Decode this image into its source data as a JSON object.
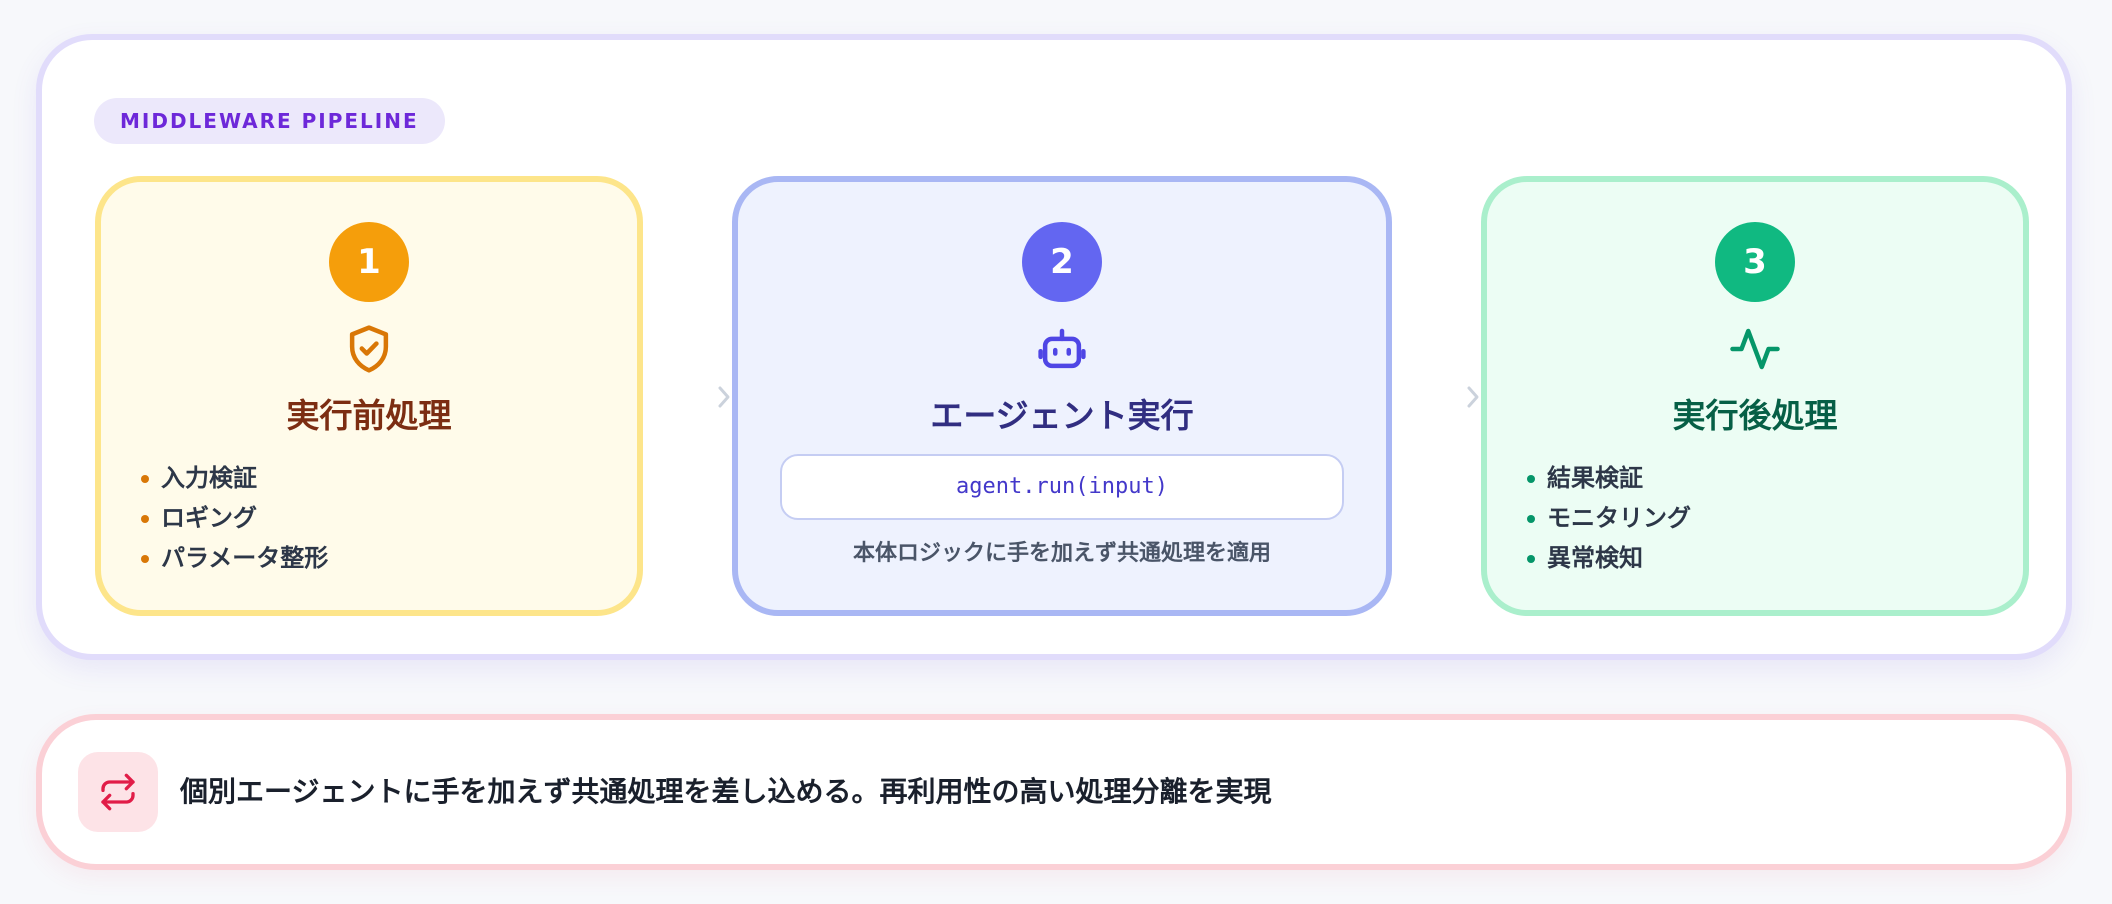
{
  "header": {
    "label": "MIDDLEWARE PIPELINE"
  },
  "stages": [
    {
      "number": "1",
      "icon": "shield-check-icon",
      "title": "実行前処理",
      "items": [
        "入力検証",
        "ロギング",
        "パラメータ整形"
      ],
      "accent": "#f59e0b"
    },
    {
      "number": "2",
      "icon": "robot-icon",
      "title": "エージェント実行",
      "code": "agent.run(input)",
      "note": "本体ロジックに手を加えず共通処理を適用",
      "accent": "#6366f1"
    },
    {
      "number": "3",
      "icon": "activity-pulse-icon",
      "title": "実行後処理",
      "items": [
        "結果検証",
        "モニタリング",
        "異常検知"
      ],
      "accent": "#10b981"
    }
  ],
  "connector_icon": "chevron-right-icon",
  "summary": {
    "icon": "swap-arrows-icon",
    "text": "個別エージェントに手を加えず共通処理を差し込める。再利用性の高い処理分離を実現",
    "accent": "#e11d48"
  }
}
